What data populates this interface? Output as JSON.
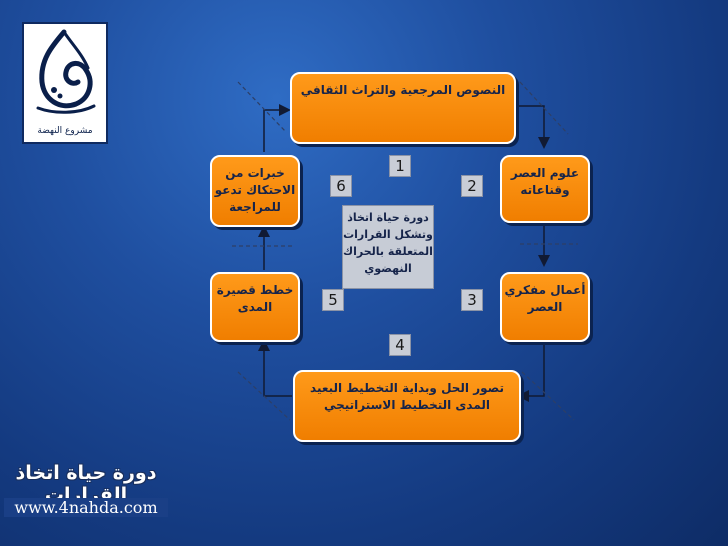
{
  "logo": {
    "caption": "مشروع النهضة"
  },
  "slide": {
    "title": "دورة حياة اتخاذ القرارات",
    "url": "www.4nahda.com"
  },
  "diagram": {
    "top_box": "النصوص المرجعية والتراث الثقافي",
    "right_upper_box": "علوم العصر وقناعاته",
    "right_lower_box": "أعمال مفكري العصر",
    "bottom_box": "تصور الحل وبداية التخطيط البعيد المدى التخطيط الاستراتيجي",
    "left_lower_box": "خطط قصيرة المدى",
    "left_upper_box": "خبرات من الاحتكاك تدعو للمراجعة",
    "center_box": "دورة حياة اتخاذ وتشكل القرارات المتعلقة بالحراك النهضوي",
    "numbers": [
      "1",
      "2",
      "3",
      "4",
      "5",
      "6"
    ]
  }
}
